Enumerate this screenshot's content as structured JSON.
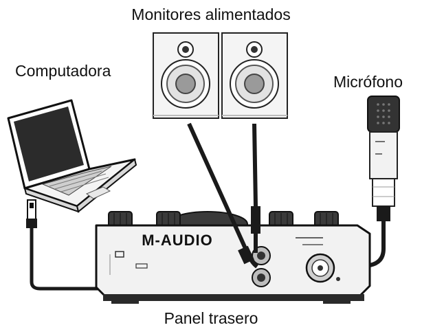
{
  "labels": {
    "monitors": "Monitores alimentados",
    "computer": "Computadora",
    "microphone": "Micrófono",
    "rear_panel": "Panel trasero"
  },
  "device": {
    "brand": "M-AUDIO"
  },
  "colors": {
    "line": "#111111",
    "cable": "#1a1a1a",
    "device_fill": "#f2f2f2",
    "speaker_fill": "#f4f4f4",
    "knob": "#3a3a3a"
  }
}
